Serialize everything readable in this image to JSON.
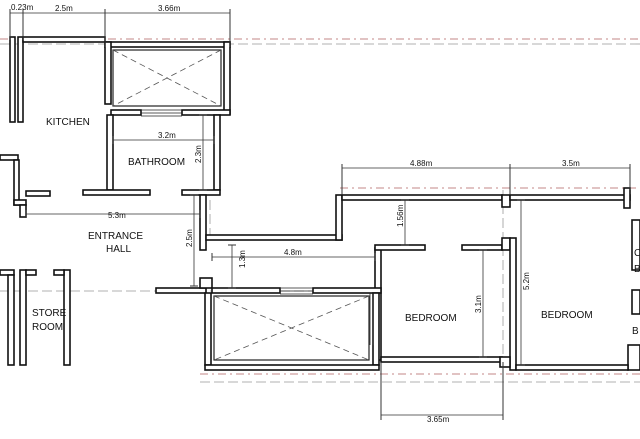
{
  "rooms": {
    "kitchen": "KITCHEN",
    "bathroom": "BATHROOM",
    "entrance_hall_line1": "ENTRANCE",
    "entrance_hall_line2": "HALL",
    "store_room_line1": "STORE",
    "store_room_line2": "ROOM",
    "bedroom_1": "BEDROOM",
    "bedroom_2": "BEDROOM",
    "partial_c": "C",
    "partial_b1": "B",
    "partial_b2": "B"
  },
  "dimensions": {
    "top_left": "0.23m",
    "top_kitchen": "2.5m",
    "top_void": "3.66m",
    "bathroom_width": "3.2m",
    "bathroom_height": "2.3m",
    "hall_width": "5.3m",
    "hall_depth": "2.5m",
    "corridor_gap": "1.3m",
    "corridor_length": "4.8m",
    "bedroom1_top": "4.88m",
    "bedroom2_top": "3.5m",
    "bedroom1_notch": "1.56m",
    "bedroom1_height": "3.1m",
    "bedroom2_height": "5.2m",
    "bedroom1_bottom": "3.65m"
  }
}
